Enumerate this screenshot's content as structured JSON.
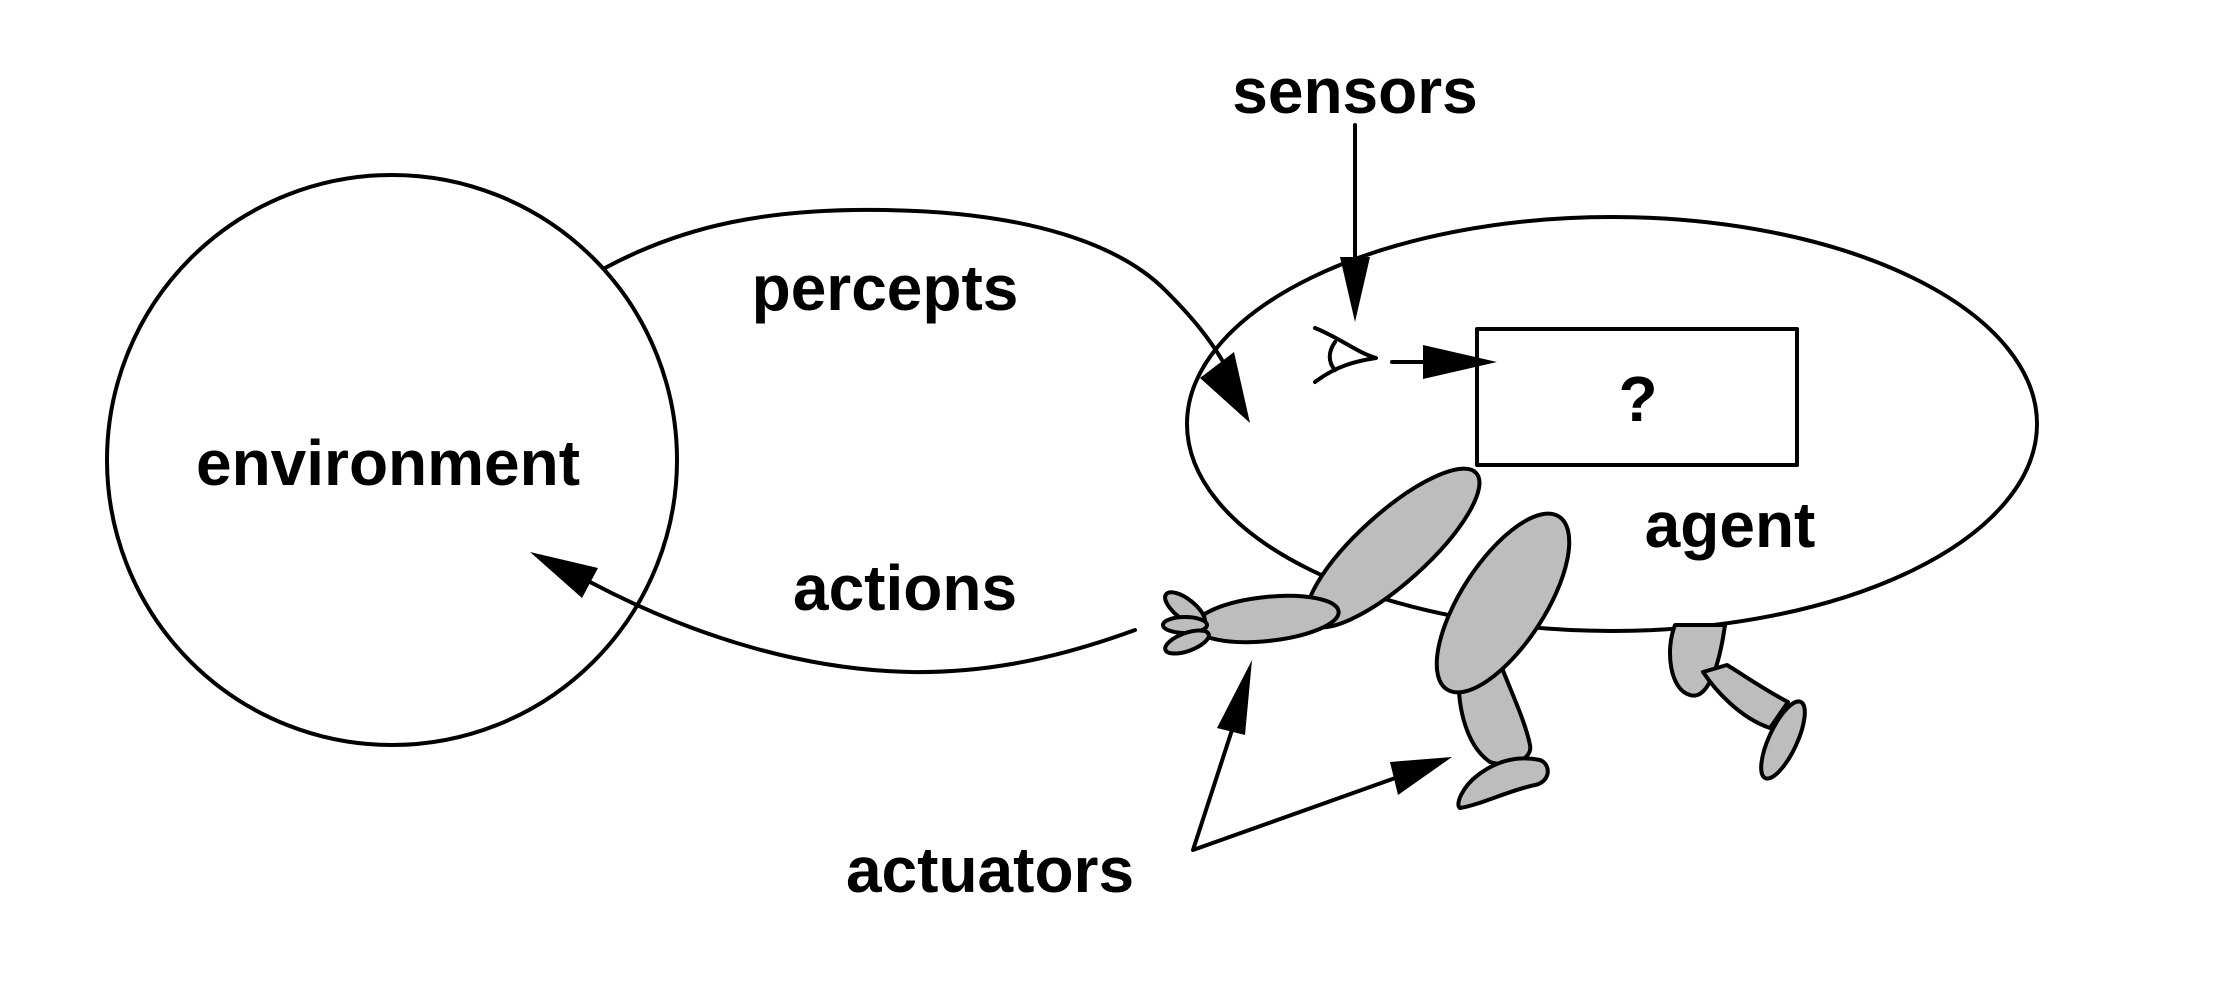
{
  "labels": {
    "environment": "environment",
    "agent": "agent",
    "sensors": "sensors",
    "percepts": "percepts",
    "actions": "actions",
    "actuators": "actuators",
    "unknown_box": "?"
  },
  "colors": {
    "line": "#000000",
    "limb_fill": "#bdbdbd",
    "background": "#ffffff"
  }
}
